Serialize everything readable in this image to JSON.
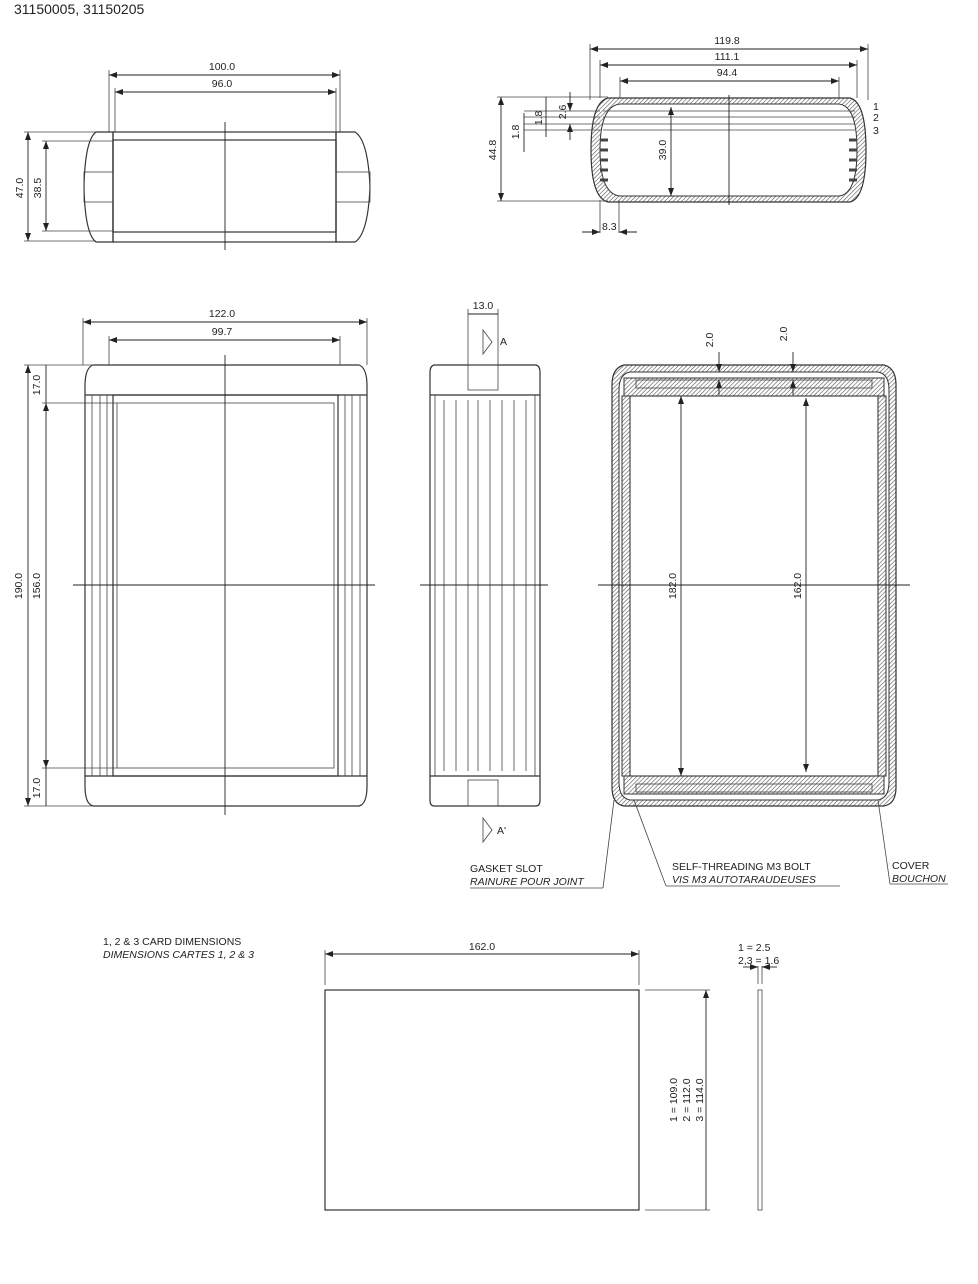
{
  "title": "31150005, 31150205",
  "front_view": {
    "width_outer": "100.0",
    "width_inner": "96.0",
    "height_outer": "47.0",
    "height_inner": "38.5"
  },
  "profile_view": {
    "width_119": "119.8",
    "width_111": "111.1",
    "width_94": "94.4",
    "height": "44.8",
    "inner_height": "39.0",
    "d_2_6": "2.6",
    "d_1_8a": "1.8",
    "d_1_8b": "1.8",
    "d_8_3": "8.3",
    "slot_1": "1",
    "slot_2": "2",
    "slot_3": "3"
  },
  "top_view": {
    "width_outer": "122.0",
    "width_inner": "99.7",
    "length": "190.0",
    "length_inner": "156.0",
    "cap_top": "17.0",
    "cap_bottom": "17.0"
  },
  "side_view": {
    "width": "13.0",
    "section_a": "A",
    "section_a_prime": "A'"
  },
  "section_view": {
    "gap_left": "2.0",
    "gap_right": "2.0",
    "length_182": "182.0",
    "length_162": "162.0"
  },
  "callouts": {
    "gasket_en": "GASKET SLOT",
    "gasket_fr": "RAINURE POUR JOINT",
    "bolt_en": "SELF-THREADING M3 BOLT",
    "bolt_fr": "VIS M3 AUTOTARAUDEUSES",
    "cover_en": "COVER",
    "cover_fr": "BOUCHON"
  },
  "cards": {
    "heading_en": "1, 2 & 3 CARD DIMENSIONS",
    "heading_fr": "DIMENSIONS CARTES 1, 2 & 3",
    "length": "162.0",
    "h1": "1 = 109.0",
    "h2": "2 = 112.0",
    "h3": "3 = 114.0",
    "t1": "1 = 2.5",
    "t23": "2,3 = 1.6"
  }
}
